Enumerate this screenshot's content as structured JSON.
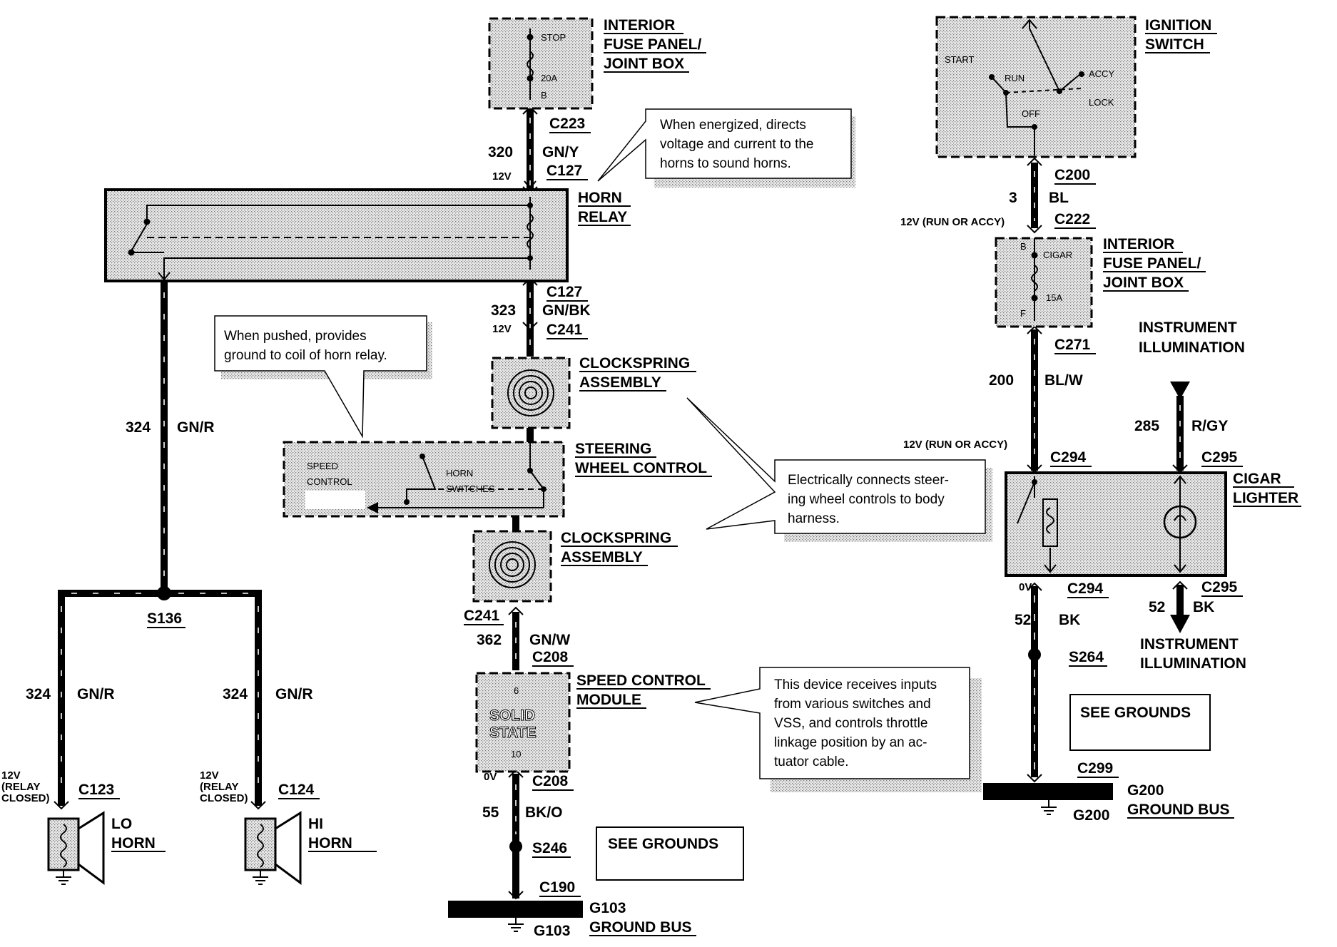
{
  "components": {
    "fuse_panel_top": {
      "title1": "INTERIOR",
      "title2": "FUSE PANEL/",
      "title3": "JOINT BOX",
      "stop": "STOP",
      "rating": "20A",
      "pin": "B"
    },
    "horn_relay": {
      "title1": "HORN",
      "title2": "RELAY"
    },
    "clockspring_upper": {
      "title1": "CLOCKSPRING",
      "title2": "ASSEMBLY"
    },
    "steering_wheel_control": {
      "title1": "STEERING",
      "title2": "WHEEL CONTROL",
      "speed_control1": "SPEED",
      "speed_control2": "CONTROL",
      "horn_switches1": "HORN",
      "horn_switches2": "SWITCHES"
    },
    "clockspring_lower": {
      "title1": "CLOCKSPRING",
      "title2": "ASSEMBLY"
    },
    "speed_control_module": {
      "title1": "SPEED CONTROL",
      "title2": "MODULE",
      "pin_top": "6",
      "body1": "SOLID",
      "body2": "STATE",
      "pin_bottom": "10"
    },
    "ignition_switch": {
      "title1": "IGNITION",
      "title2": "SWITCH",
      "start": "START",
      "run": "RUN",
      "accy": "ACCY",
      "off": "OFF",
      "lock": "LOCK"
    },
    "fuse_panel_right": {
      "title1": "INTERIOR",
      "title2": "FUSE PANEL/",
      "title3": "JOINT BOX",
      "pin_b": "B",
      "cigar": "CIGAR",
      "rating": "15A",
      "pin_f": "F"
    },
    "cigar_lighter": {
      "title1": "CIGAR",
      "title2": "LIGHTER"
    },
    "lo_horn": {
      "title1": "LO",
      "title2": "HORN"
    },
    "hi_horn": {
      "title1": "HI",
      "title2": "HORN"
    },
    "g103": {
      "id": "G103",
      "id2": "G103",
      "title": "GROUND BUS"
    },
    "g200": {
      "id": "G200",
      "id2": "G200",
      "title": "GROUND BUS"
    }
  },
  "connectors": {
    "c223": "C223",
    "c127a": "C127",
    "c127b": "C127",
    "c241a": "C241",
    "c241b": "C241",
    "c208a": "C208",
    "c208b": "C208",
    "c190": "C190",
    "c123": "C123",
    "c124": "C124",
    "c200": "C200",
    "c222": "C222",
    "c271": "C271",
    "c294a": "C294",
    "c294b": "C294",
    "c295a": "C295",
    "c295b": "C295",
    "c299": "C299",
    "s136": "S136",
    "s246": "S246",
    "s264": "S264"
  },
  "wires": {
    "w320": {
      "circuit": "320",
      "color": "GN/Y"
    },
    "w323": {
      "circuit": "323",
      "color": "GN/BK"
    },
    "w324": {
      "circuit": "324",
      "color": "GN/R"
    },
    "w324lo": {
      "circuit": "324",
      "color": "GN/R"
    },
    "w324hi": {
      "circuit": "324",
      "color": "GN/R"
    },
    "w362": {
      "circuit": "362",
      "color": "GN/W"
    },
    "w55": {
      "circuit": "55",
      "color": "BK/O"
    },
    "w3": {
      "circuit": "3",
      "color": "BL"
    },
    "w200": {
      "circuit": "200",
      "color": "BL/W"
    },
    "w285": {
      "circuit": "285",
      "color": "R/GY"
    },
    "w52a": {
      "circuit": "52",
      "color": "BK"
    },
    "w52b": {
      "circuit": "52",
      "color": "BK"
    }
  },
  "voltages": {
    "v12_c127": "12V",
    "v12_c241": "12V",
    "v0_c208": "0V",
    "v12_run_accy_c222": "12V (RUN OR ACCY)",
    "v12_run_accy_c294": "12V (RUN OR ACCY)",
    "v0_c294": "0V",
    "lo_relay1": "12V",
    "lo_relay2": "(RELAY",
    "lo_relay3": "CLOSED)",
    "hi_relay1": "12V",
    "hi_relay2": "(RELAY",
    "hi_relay3": "CLOSED)"
  },
  "references": {
    "instr_illum_top1": "INSTRUMENT",
    "instr_illum_top2": "ILLUMINATION",
    "instr_illum_bot1": "INSTRUMENT",
    "instr_illum_bot2": "ILLUMINATION",
    "see_grounds_1": "SEE GROUNDS",
    "see_grounds_2": "SEE GROUNDS"
  },
  "callouts": {
    "horn_relay": [
      "When energized, directs",
      "voltage and current to the",
      "horns to sound horns."
    ],
    "horn_switch": [
      "When pushed, provides",
      "ground to coil of horn relay."
    ],
    "clockspring": [
      "Electrically connects steer-",
      "ing wheel controls to body",
      "harness."
    ],
    "speed_module": [
      "This device receives inputs",
      "from various switches and",
      "VSS, and controls throttle",
      "linkage position by an ac-",
      "tuator cable."
    ]
  }
}
